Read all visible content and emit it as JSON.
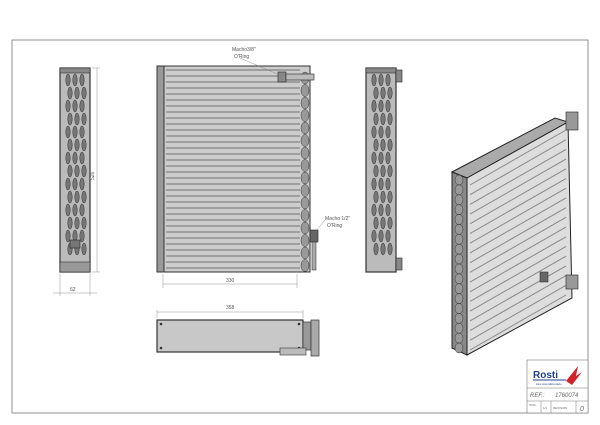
{
  "notes": {
    "top_fitting": [
      "Macho3/8\"",
      "O'Ring"
    ],
    "side_fitting": [
      "Macho 1/2\"",
      "O'Ring"
    ]
  },
  "dimensions": {
    "height": "526",
    "depth": "62",
    "width_front": "330",
    "width_bottom": "358"
  },
  "title_block": {
    "brand": "Rosti",
    "subtitle": "Aire Acondicionado",
    "ref_label": "REF.:",
    "ref_value": "1760074",
    "sheet_label": "HOJA",
    "sheet_value": "1/1",
    "revision_label": "REVISION",
    "revision_value": "0"
  },
  "colors": {
    "brand_blue": "#1f3f8f",
    "brand_red": "#d2232a"
  }
}
